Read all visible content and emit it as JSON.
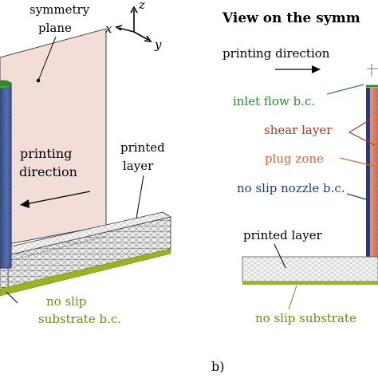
{
  "colors": {
    "green": "#2e8b2e",
    "red": "#b5351f",
    "orange": "#d86a3a",
    "blue": "#1f3c8a",
    "lime": "#9ab51c",
    "olive": "#6d8a12",
    "plane": "#f3ddd8"
  },
  "left": {
    "axes": {
      "z": "z",
      "x": "x",
      "y": "y"
    },
    "symmetry_line1": "symmetry",
    "symmetry_line2": "plane",
    "printing_line1": "printing",
    "printing_line2": "direction",
    "printed_line1": "printed",
    "printed_line2": "layer",
    "noslip_line1": "no slip",
    "noslip_line2": "substrate b.c."
  },
  "right": {
    "title": "View on the symm",
    "printing_direction": "printing direction",
    "inlet": "inlet flow b.c.",
    "shear": "shear layer",
    "plug": "plug zone",
    "noslip_nozzle": "no slip nozzle b.c.",
    "printed_layer": "printed layer",
    "noslip_substrate": "no slip substrate"
  },
  "panel_label": "b)"
}
